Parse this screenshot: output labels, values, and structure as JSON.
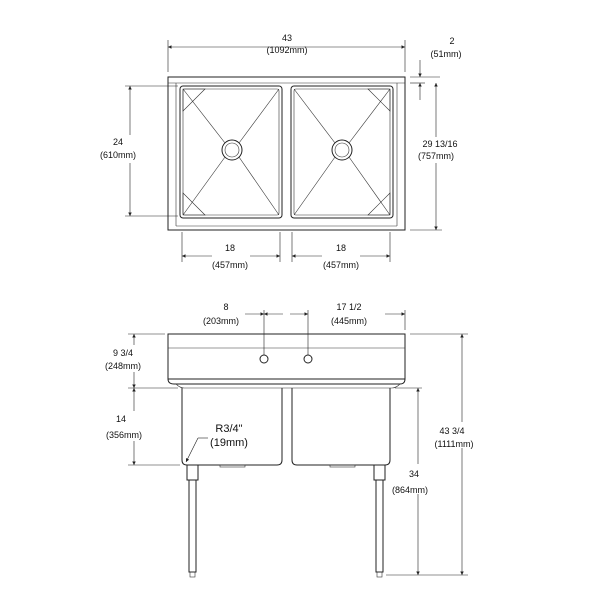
{
  "top_view": {
    "overall_width": {
      "in": "43",
      "mm": "(1092mm)"
    },
    "backsplash": {
      "in": "2",
      "mm": "(51mm)"
    },
    "bowl_depth": {
      "in": "24",
      "mm": "(610mm)"
    },
    "overall_depth": {
      "in": "29 13/16",
      "mm": "(757mm)"
    },
    "left_bowl_width": {
      "in": "18",
      "mm": "(457mm)"
    },
    "right_bowl_width": {
      "in": "18",
      "mm": "(457mm)"
    }
  },
  "front_view": {
    "faucet_spacing": {
      "in": "8",
      "mm": "(203mm)"
    },
    "faucet_offset": {
      "in": "17 1/2",
      "mm": "(445mm)"
    },
    "backsplash_height": {
      "in": "9 3/4",
      "mm": "(248mm)"
    },
    "bowl_height": {
      "in": "14",
      "mm": "(356mm)"
    },
    "corner_radius": {
      "in": "R3/4\"",
      "mm": "(19mm)"
    },
    "rim_height": {
      "in": "34",
      "mm": "(864mm)"
    },
    "overall_height": {
      "in": "43 3/4",
      "mm": "(1111mm)"
    }
  }
}
